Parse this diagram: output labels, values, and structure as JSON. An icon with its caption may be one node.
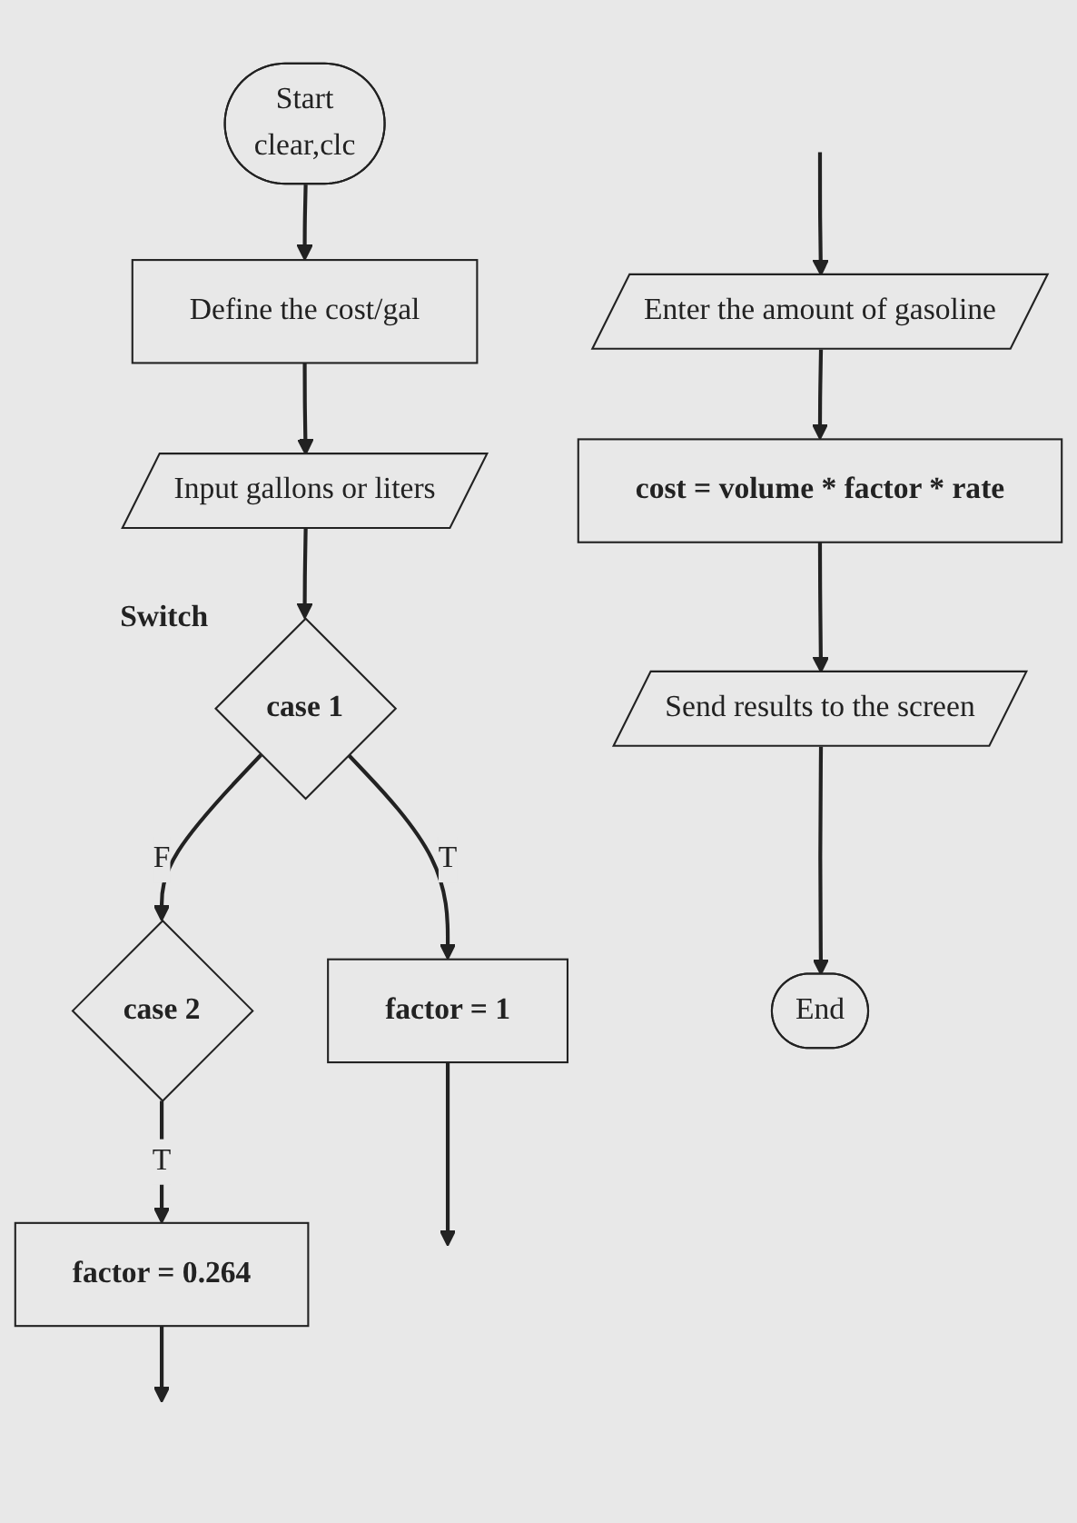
{
  "diagram": {
    "nodes": [
      {
        "text": [
          "Start",
          "clear,clc"
        ]
      },
      {
        "text": [
          "Define the cost/gal"
        ]
      },
      {
        "text": [
          "Input gallons or liters"
        ]
      },
      {
        "text": [
          "case 1"
        ],
        "beside": [
          "Switch"
        ]
      },
      {
        "text": [
          "factor = 1"
        ]
      },
      {
        "text": [
          "case 2"
        ]
      },
      {
        "text": [
          "factor = 0.264"
        ]
      },
      {
        "text": [
          "Enter the amount of gasoline"
        ]
      },
      {
        "text": [
          "cost = volume * factor * rate"
        ]
      },
      {
        "text": [
          "Send results to the screen"
        ]
      },
      {
        "text": [
          "End"
        ]
      }
    ],
    "edges": [
      {
        "from": 0,
        "to": 1,
        "arrow": "to"
      },
      {
        "from": 1,
        "to": 2,
        "arrow": "to"
      },
      {
        "from": 2,
        "to": 3,
        "arrow": "to"
      },
      {
        "from": 3,
        "to": 4,
        "arrow": "to",
        "label": "T"
      },
      {
        "from": 4,
        "to": null,
        "arrow": "to"
      },
      {
        "from": 3,
        "to": 5,
        "arrow": "to",
        "label": "F"
      },
      {
        "from": 5,
        "to": 6,
        "arrow": "to",
        "label": "T"
      },
      {
        "from": 6,
        "to": null,
        "arrow": "to"
      },
      {
        "from": null,
        "to": 7,
        "arrow": "to"
      },
      {
        "from": 7,
        "to": 8,
        "arrow": "to"
      },
      {
        "from": 8,
        "to": 9,
        "arrow": "to"
      },
      {
        "from": 9,
        "to": 10,
        "arrow": "to"
      }
    ]
  }
}
